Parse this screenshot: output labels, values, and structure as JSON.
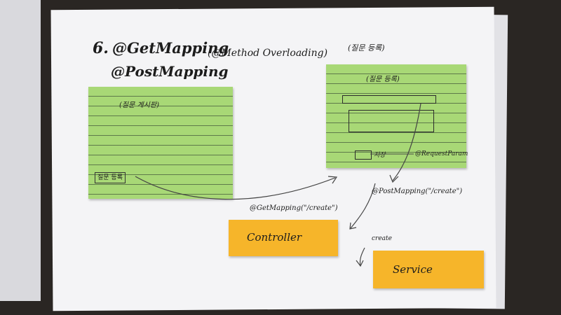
{
  "title": {
    "number": "6.",
    "line1": "@GetMapping",
    "line2": "@PostMapping",
    "aside": "(@Method Overloading)"
  },
  "left_note": {
    "caption": "(질문 게시판)",
    "button": "질문 등록"
  },
  "right_note": {
    "header": "(질문 등록)",
    "caption": "(질문 등록)",
    "button": "저장",
    "param_label": "@RequestParam"
  },
  "arrows": {
    "get_label": "@GetMapping(\"/create\")",
    "post_label": "@PostMapping(\"/create\")",
    "service_label": "create"
  },
  "controller": {
    "label": "Controller"
  },
  "service": {
    "label": "Service"
  },
  "colors": {
    "note_green": "#a8d876",
    "note_orange": "#f6b52a",
    "paper": "#f4f4f6",
    "ink": "#1c1c1c"
  }
}
